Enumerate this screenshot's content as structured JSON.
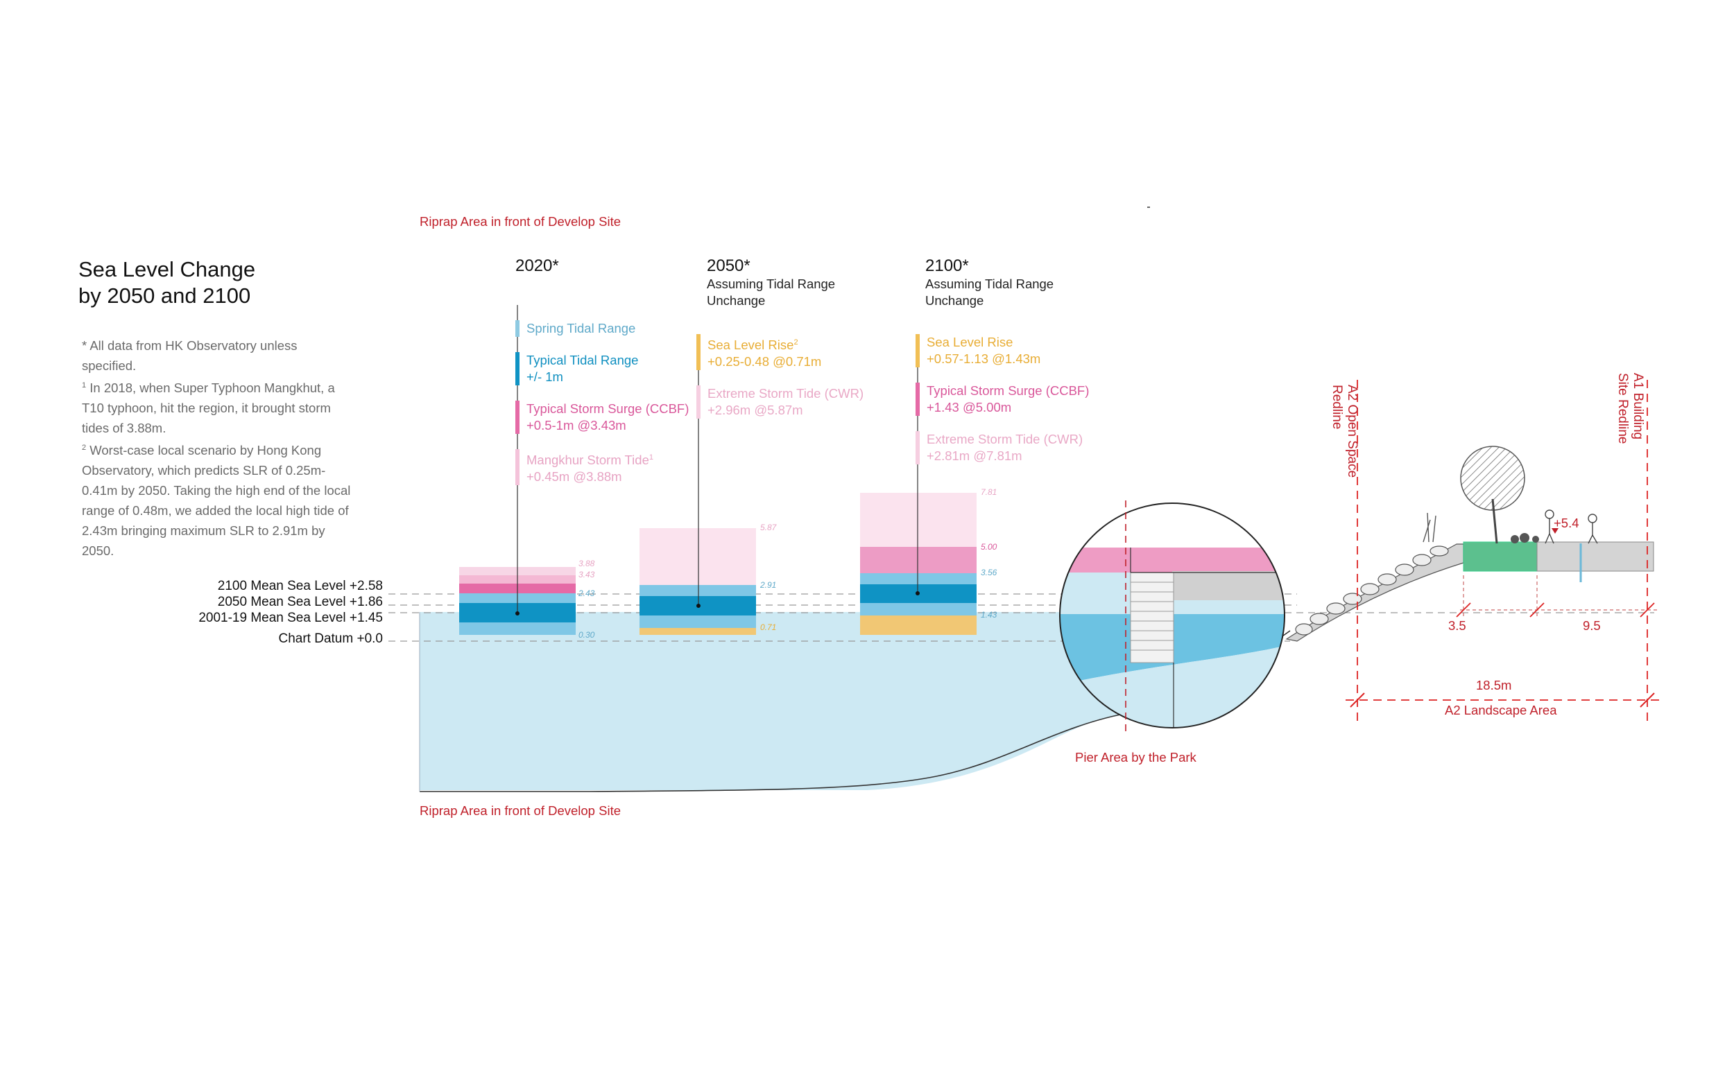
{
  "title": {
    "line1": "Sea Level Change",
    "line2": "by 2050 and 2100"
  },
  "notes": {
    "n1": "* All data from HK Observatory unless specified.",
    "n2": "In 2018, when Super Typhoon Mangkhut, a T10 typhoon, hit the region, it brought storm tides of 3.88m.",
    "n3": "Worst-case local scenario by Hong Kong Observatory, which predicts SLR of 0.25m-0.41m by 2050. Taking the high end of the local range of 0.48m, we added the local high tide of 2.43m bringing maximum SLR to 2.91m by 2050.",
    "sup1": "1",
    "sup2": "2"
  },
  "riprap_top": "Riprap Area in front of Develop Site",
  "riprap_bottom": "Riprap Area in front of Develop Site",
  "pier_label": "Pier Area by the Park",
  "sea_levels": [
    {
      "label": "2100 Mean Sea Level +2.58",
      "value": 2.58
    },
    {
      "label": "2050 Mean Sea Level +1.86",
      "value": 1.86
    },
    {
      "label": "2001-19 Mean Sea Level +1.45",
      "value": 1.45
    },
    {
      "label": "Chart Datum +0.0",
      "value": 0.0
    }
  ],
  "columns": [
    {
      "year": "2020*",
      "subtitle1": "",
      "subtitle2": "",
      "legend": [
        {
          "line1": "Spring Tidal Range",
          "line2": "",
          "color": "#8ecae2",
          "text_color": "#5fa9c9"
        },
        {
          "line1": "Typical Tidal Range",
          "line2": "+/- 1m",
          "color": "#0f93c4",
          "text_color": "#0f8fc0"
        },
        {
          "line1": "Typical Storm Surge (CCBF)",
          "line2": "+0.5-1m @3.43m",
          "color": "#e56aa6",
          "text_color": "#d9579a"
        },
        {
          "line1": "Mangkhur Storm Tide",
          "line2": "+0.45m @3.88m",
          "color": "#f4c3da",
          "text_color": "#e7a3c3",
          "sup": "1"
        }
      ],
      "ticks": [
        "3.88",
        "3.43",
        "2.43",
        "0.30"
      ]
    },
    {
      "year": "2050*",
      "subtitle1": "Assuming Tidal Range",
      "subtitle2": "Unchange",
      "legend": [
        {
          "line1": "Sea Level Rise",
          "line2": "+0.25-0.48 @0.71m",
          "color": "#f1bf55",
          "text_color": "#e8ad35",
          "sup": "2"
        },
        {
          "line1": "Extreme Storm Tide (CWR)",
          "line2": "+2.96m @5.87m",
          "color": "#f6cfe1",
          "text_color": "#e9a8c6"
        }
      ],
      "ticks": [
        "5.87",
        "2.91",
        "0.71"
      ]
    },
    {
      "year": "2100*",
      "subtitle1": "Assuming Tidal Range",
      "subtitle2": "Unchange",
      "legend": [
        {
          "line1": "Sea Level Rise",
          "line2": "+0.57-1.13 @1.43m",
          "color": "#f1bf55",
          "text_color": "#e8ad35"
        },
        {
          "line1": "Typical Storm Surge (CCBF)",
          "line2": "+1.43 @5.00m",
          "color": "#e56aa6",
          "text_color": "#d9579a"
        },
        {
          "line1": "Extreme Storm Tide (CWR)",
          "line2": "+2.81m @7.81m",
          "color": "#f6cfe1",
          "text_color": "#e9a8c6"
        }
      ],
      "ticks": [
        "7.81",
        "5.00",
        "3.56",
        "1.43"
      ]
    }
  ],
  "section": {
    "a2_line1": "A2 Open Space",
    "a2_line2": "Redline",
    "a1_line1": "A1 Building",
    "a1_line2": "Site Redline",
    "dim_a": "3.5",
    "dim_b": "9.5",
    "dim_total": "18.5m",
    "area_label": "A2 Landscape Area",
    "level_mark": "+5.4"
  },
  "colors": {
    "water": "#cde9f3",
    "accent_red": "#c0202a",
    "ground": "#d4d4d4",
    "green": "#5cc08e"
  }
}
